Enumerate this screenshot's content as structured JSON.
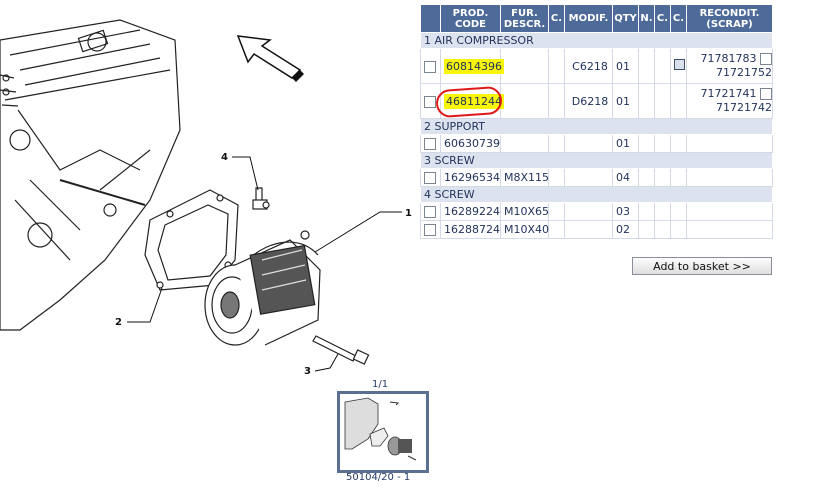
{
  "table": {
    "headers": [
      "PROD. CODE",
      "FUR. DESCR.",
      "C.",
      "MODIF.",
      "QTY",
      "N.",
      "C.",
      "C.",
      "RECONDIT. (SCRAP)"
    ],
    "groups": [
      {
        "title": "1 AIR COMPRESSOR",
        "rows": [
          {
            "code": "60814396",
            "descr": "",
            "modif": "C6218",
            "qty": "01",
            "recondit": [
              "71781783",
              "71721752"
            ],
            "highlight": true,
            "circled": false,
            "icon": true
          },
          {
            "code": "46811244",
            "descr": "",
            "modif": "D6218",
            "qty": "01",
            "recondit": [
              "71721741",
              "71721742"
            ],
            "highlight": true,
            "circled": true,
            "icon": false
          }
        ]
      },
      {
        "title": "2 SUPPORT",
        "rows": [
          {
            "code": "60630739",
            "descr": "",
            "modif": "",
            "qty": "01",
            "recondit": []
          }
        ]
      },
      {
        "title": "3 SCREW",
        "rows": [
          {
            "code": "16296534",
            "descr": "M8X115",
            "modif": "",
            "qty": "04",
            "recondit": []
          }
        ]
      },
      {
        "title": "4 SCREW",
        "rows": [
          {
            "code": "16289224",
            "descr": "M10X65",
            "modif": "",
            "qty": "03",
            "recondit": []
          },
          {
            "code": "16288724",
            "descr": "M10X40",
            "modif": "",
            "qty": "02",
            "recondit": []
          }
        ]
      }
    ]
  },
  "basket_button": "Add to basket >>",
  "diagram": {
    "callouts": [
      "1",
      "2",
      "3",
      "4"
    ]
  },
  "thumbnail": {
    "page": "1/1",
    "caption": "50104/20 - 1"
  },
  "colors": {
    "header_bg": "#4d6a98",
    "group_bg": "#dde3ee",
    "highlight": "#f8f50a",
    "annotation": "#e01818"
  }
}
